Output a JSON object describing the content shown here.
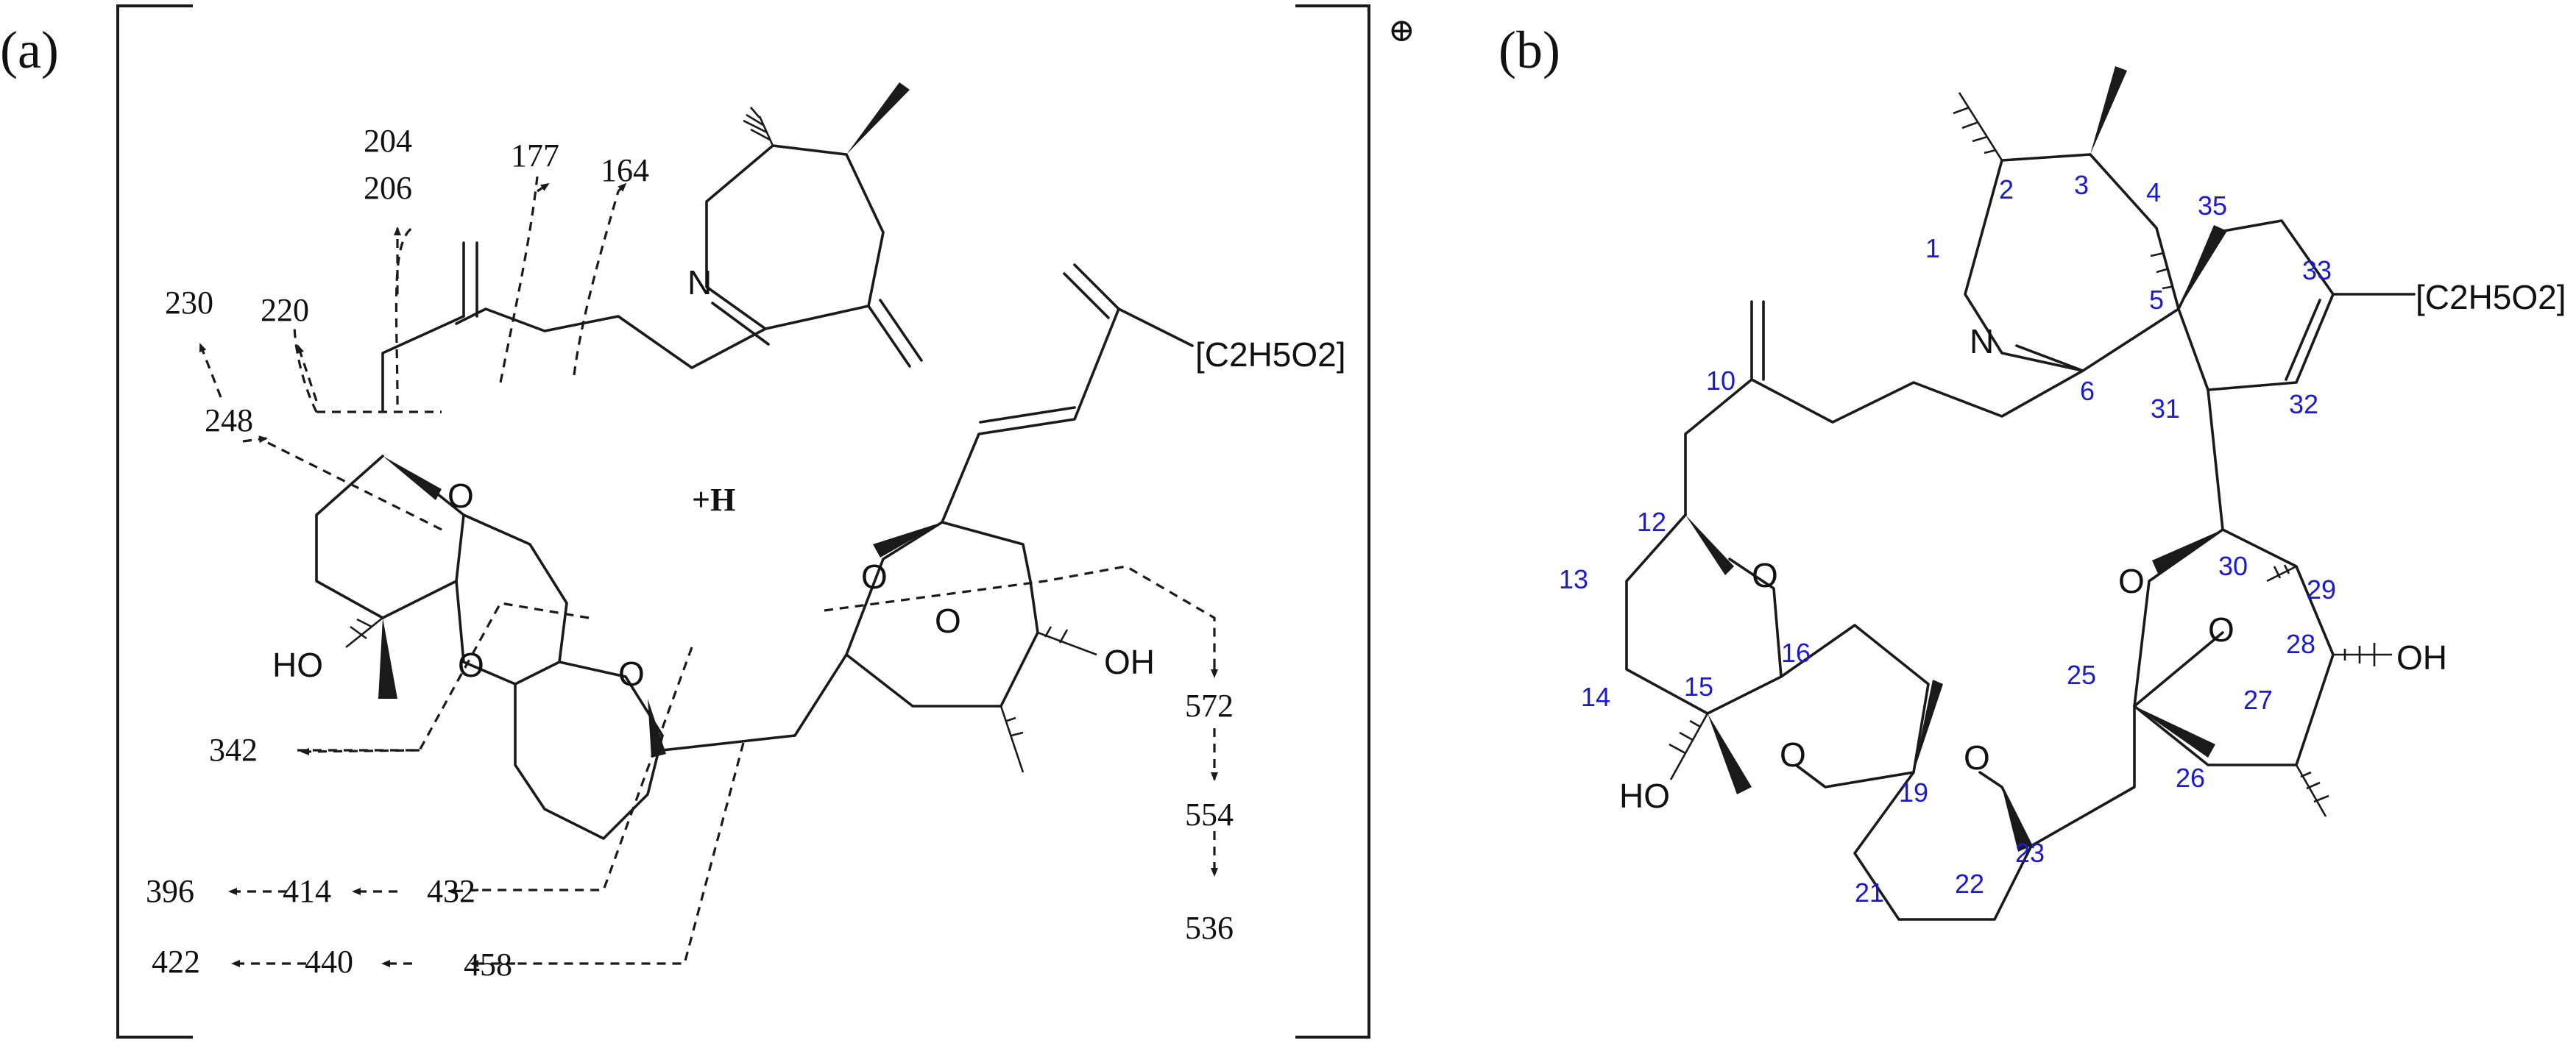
{
  "panels": [
    {
      "label": "(a)",
      "charge": "⊕",
      "protonation": "+H"
    },
    {
      "label": "(b)"
    }
  ],
  "substituent": "[C2H5O2]",
  "atoms": {
    "nitrogen": "N",
    "oxygen": "O",
    "hydroxyl": "HO",
    "hydroxyl_right": "OH"
  },
  "fragments": {
    "ions": [
      "230",
      "220",
      "248",
      "204",
      "206",
      "177",
      "164",
      "342",
      "572",
      "554",
      "536",
      "396",
      "414",
      "432",
      "422",
      "440",
      "458"
    ]
  },
  "numbering": [
    "1",
    "2",
    "3",
    "4",
    "5",
    "6",
    "10",
    "12",
    "13",
    "14",
    "15",
    "16",
    "19",
    "21",
    "22",
    "23",
    "25",
    "26",
    "27",
    "28",
    "29",
    "30",
    "31",
    "32",
    "33",
    "35"
  ],
  "colors": {
    "ink": "#1a1a1a",
    "numbering": "#1a1ad6"
  }
}
